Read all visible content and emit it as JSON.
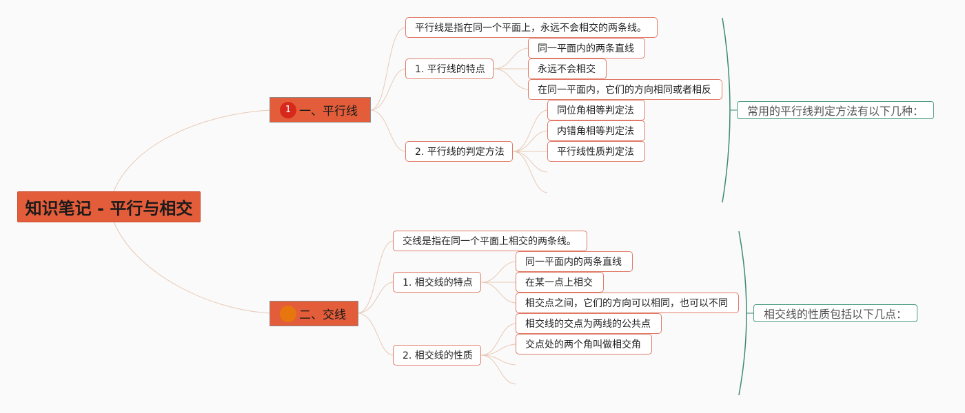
{
  "root": {
    "label": "知识笔记 - 平行与相交"
  },
  "branches": [
    {
      "label": "一、平行线",
      "marker_text": "1",
      "marker_color": "#d7281c",
      "definition": "平行线是指在同一个平面上，永远不会相交的两条线。",
      "sub1": {
        "label": "1. 平行线的特点",
        "items": [
          "同一平面内的两条直线",
          "永远不会相交",
          "在同一平面内，它们的方向相同或者相反"
        ]
      },
      "sub2": {
        "label": "2. 平行线的判定方法",
        "items": [
          "同位角相等判定法",
          "内错角相等判定法",
          "平行线性质判定法"
        ]
      },
      "summary": "常用的平行线判定方法有以下几种："
    },
    {
      "label": "二、交线",
      "marker_text": "",
      "marker_color": "#e8760f",
      "definition": "交线是指在同一个平面上相交的两条线。",
      "sub1": {
        "label": "1. 相交线的特点",
        "items": [
          "同一平面内的两条直线",
          "在某一点上相交",
          "相交点之间，它们的方向可以相同，也可以不同"
        ]
      },
      "sub2": {
        "label": "2. 相交线的性质",
        "items": [
          "相交线的交点为两线的公共点",
          "交点处的两个角叫做相交角"
        ]
      },
      "summary": "相交线的性质包括以下几点："
    }
  ],
  "colors": {
    "accent": "#e35d3a",
    "box_border": "#e07a66",
    "connector": "#e8c9b6",
    "bracket": "#3d8a72"
  }
}
